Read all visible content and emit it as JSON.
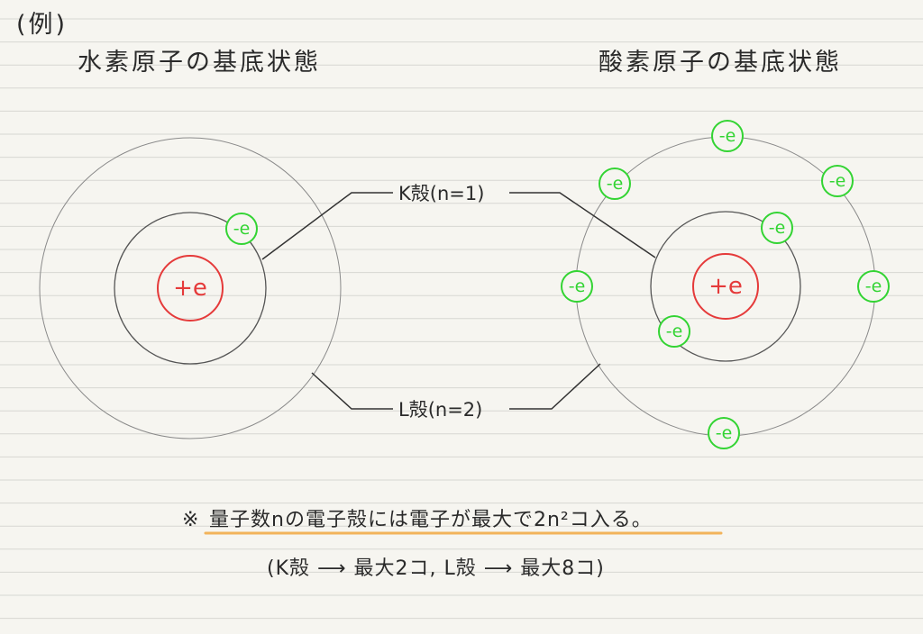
{
  "example_mark": "(例)",
  "hydrogen": {
    "title": "水素原子の基底状態"
  },
  "oxygen": {
    "title": "酸素原子の基底状態"
  },
  "nucleus_label": "+e",
  "electron_label": "-e",
  "shells": {
    "k": {
      "label": "K殻(n=1)"
    },
    "l": {
      "label": "L殻(n=2)"
    }
  },
  "note": {
    "line1_prefix": "※",
    "line1_text": "量子数nの電子殻には電子が最大で2n²コ入る。",
    "line2": "(K殻 ⟶ 最大2コ, L殻 ⟶ 最大8コ)"
  },
  "colors": {
    "nucleus": "#e53a3a",
    "electron": "#33d433",
    "underline": "#f2b35a",
    "ink": "#2a2a2a"
  }
}
